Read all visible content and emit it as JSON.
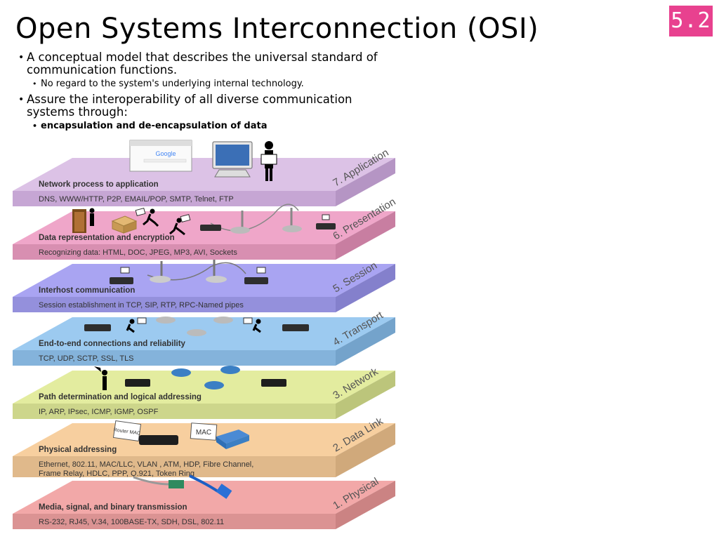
{
  "title": "Open Systems Interconnection (OSI)",
  "badge": "5.2",
  "bullets": [
    {
      "text": "A conceptual model that describes the universal standard of communication functions.",
      "sub": "No regard to the system's underlying internal technology."
    },
    {
      "text": "Assure the interoperability of all diverse communication systems through:",
      "sub": "encapsulation and de-encapsulation of data"
    }
  ],
  "layers": [
    {
      "name": "7. Application",
      "title": "Network process to application",
      "protocols": [
        "DNS, WWW/HTTP, P2P, EMAIL/POP, SMTP, Telnet, FTP"
      ],
      "top": "#dcc2e6",
      "front": "#c6a6d4",
      "side": "#b595c4"
    },
    {
      "name": "6. Presentation",
      "title": "Data representation and encryption",
      "protocols": [
        "Recognizing data: HTML, DOC, JPEG, MP3, AVI, Sockets"
      ],
      "top": "#efa6c9",
      "front": "#d88fb1",
      "side": "#c87ea1"
    },
    {
      "name": "5. Session",
      "title": "Interhost communication",
      "protocols": [
        "Session establishment in TCP, SIP, RTP, RPC-Named pipes"
      ],
      "top": "#a9a4f2",
      "front": "#9490dc",
      "side": "#8480cc"
    },
    {
      "name": "4. Transport",
      "title": "End-to-end connections and reliability",
      "protocols": [
        "TCP, UDP, SCTP, SSL, TLS"
      ],
      "top": "#9ccaf0",
      "front": "#84b3db",
      "side": "#74a3cb"
    },
    {
      "name": "3. Network",
      "title": "Path determination and logical addressing",
      "protocols": [
        "IP, ARP, IPsec, ICMP, IGMP, OSPF"
      ],
      "top": "#e3ec9f",
      "front": "#cdd68b",
      "side": "#bcc57b"
    },
    {
      "name": "2. Data Link",
      "title": "Physical addressing",
      "protocols": [
        "Ethernet, 802.11, MAC/LLC, VLAN , ATM, HDP, Fibre Channel,",
        "Frame Relay, HDLC,  PPP, Q.921, Token Ring"
      ],
      "top": "#f7cf9f",
      "front": "#e0b98b",
      "side": "#d0a97b"
    },
    {
      "name": "1. Physical",
      "title": "Media, signal, and binary transmission",
      "protocols": [
        "RS-232, RJ45, V.34, 100BASE-TX, SDH, DSL, 802.11"
      ],
      "top": "#f2a8a8",
      "front": "#db9393",
      "side": "#cb8383"
    }
  ],
  "illustrations": {
    "browser_logo": "Google",
    "router_tag": "Router MAC",
    "mac_tag": "MAC",
    "icons": [
      "browser-window-icon",
      "desktop-computer-icon",
      "person-with-envelope-icon",
      "router-icon",
      "switch-icon",
      "runner-icon",
      "bridge-icon",
      "ethernet-cable-icon",
      "fiber-cable-icon"
    ]
  }
}
